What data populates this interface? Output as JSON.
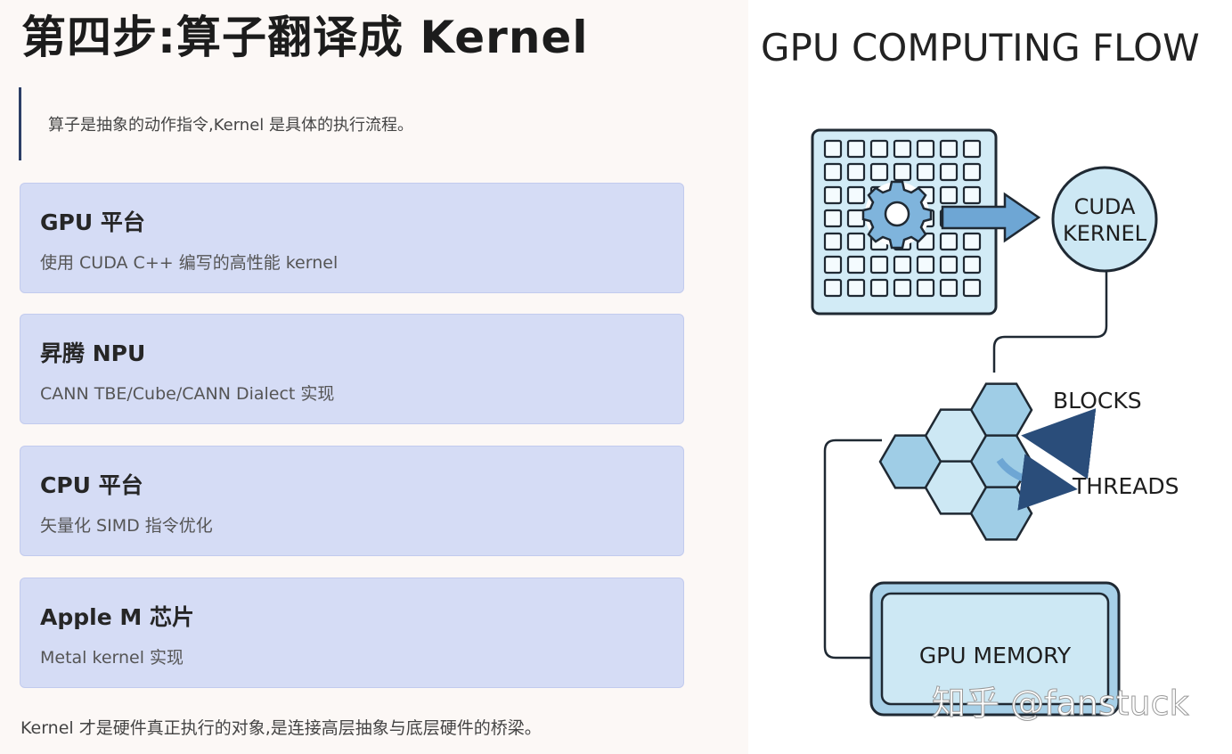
{
  "left": {
    "title": "第四步:算子翻译成 Kernel",
    "quote": "算子是抽象的动作指令,Kernel 是具体的执行流程。",
    "cards": [
      {
        "title": "GPU 平台",
        "desc": "使用 CUDA C++ 编写的高性能 kernel"
      },
      {
        "title": "昇腾 NPU",
        "desc": "CANN TBE/Cube/CANN Dialect 实现"
      },
      {
        "title": "CPU 平台",
        "desc": "矢量化 SIMD 指令优化"
      },
      {
        "title": "Apple M 芯片",
        "desc": "Metal kernel 实现"
      }
    ],
    "footer": "Kernel 才是硬件真正执行的对象,是连接高层抽象与底层硬件的桥梁。"
  },
  "diagram": {
    "title": "GPU COMPUTING FLOW",
    "kernel_line1": "CUDA",
    "kernel_line2": "KERNEL",
    "blocks_label": "BLOCKS",
    "threads_label": "THREADS",
    "memory_label": "GPU MEMORY",
    "colors": {
      "fill_light": "#cde8f4",
      "fill_mid": "#9fcde6",
      "fill_dark": "#7fb4dc",
      "stroke": "#1f2933"
    }
  },
  "watermark": "知乎 @fanstuck"
}
